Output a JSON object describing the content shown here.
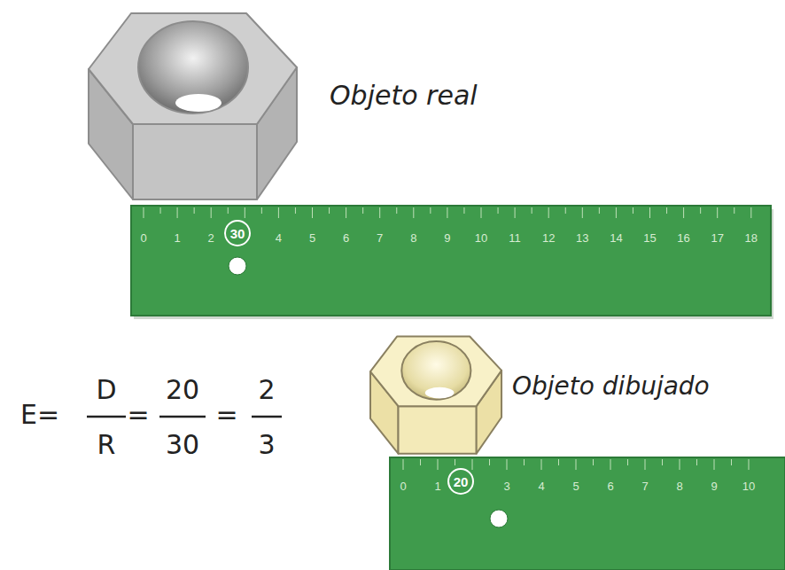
{
  "diagram": {
    "nodes": [
      {
        "text": [
          "30"
        ]
      },
      {
        "text": [
          "20"
        ]
      }
    ],
    "labels": [
      "Objeto real",
      "0",
      "1",
      "2",
      "4",
      "5",
      "6",
      "7",
      "8",
      "9",
      "10",
      "11",
      "12",
      "13",
      "14",
      "15",
      "16",
      "17",
      "18",
      "E=",
      "D",
      "R",
      "=",
      "20",
      "30",
      "=",
      "2",
      "3",
      "Objeto dibujado",
      "0",
      "1",
      "3",
      "4",
      "5",
      "6",
      "7",
      "8",
      "9",
      "10"
    ]
  }
}
